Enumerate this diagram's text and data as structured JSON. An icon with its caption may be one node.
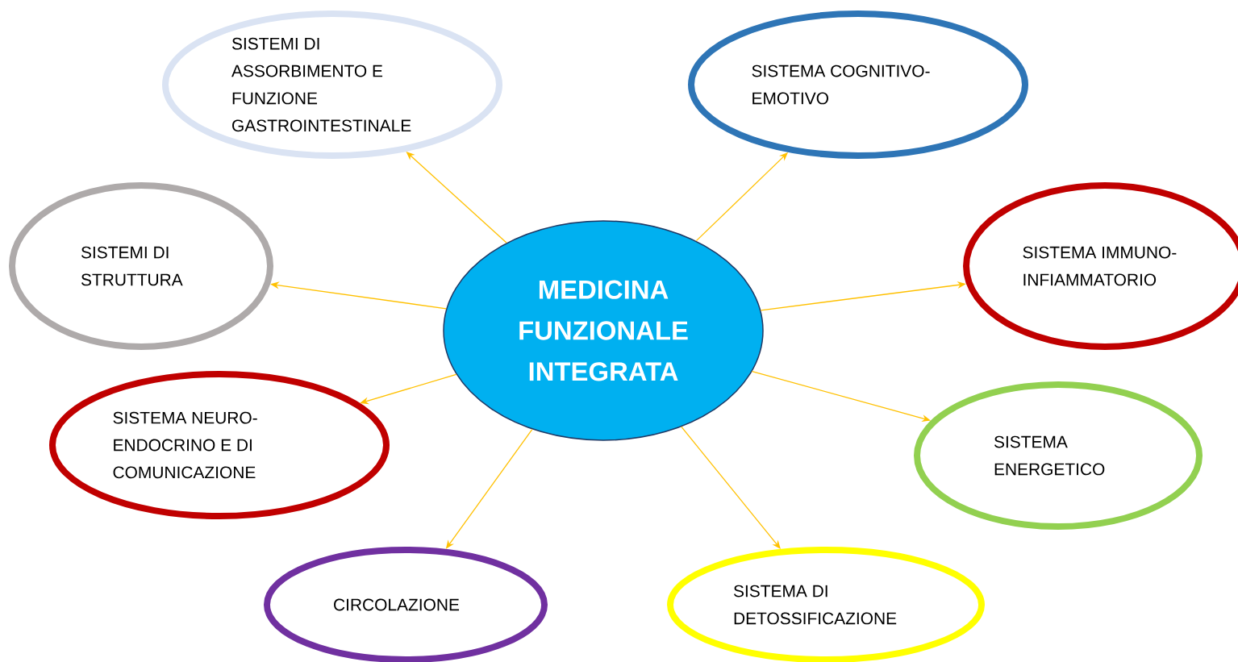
{
  "diagram": {
    "nodes": [
      {
        "text": [
          "MEDICINA FUNZIONALE INTEGRATA"
        ]
      },
      {
        "text": [
          "SISTEMI DI ASSORBIMENTO E FUNZIONE GASTROINTESTINALE"
        ]
      },
      {
        "text": [
          "SISTEMA COGNITIVO- EMOTIVO"
        ]
      },
      {
        "text": [
          "SISTEMI DI STRUTTURA"
        ]
      },
      {
        "text": [
          "SISTEMA IMMUNO- INFIAMMATORIO"
        ]
      },
      {
        "text": [
          "SISTEMA NEURO- ENDOCRINO E DI COMUNICAZIONE"
        ]
      },
      {
        "text": [
          "SISTEMA ENERGETICO"
        ]
      },
      {
        "text": [
          "CIRCOLAZIONE"
        ]
      },
      {
        "text": [
          "SISTEMA DI DETOSSIFICAZIONE"
        ]
      }
    ],
    "edges": [
      {
        "from": 0,
        "to": 1,
        "arrow": "to"
      },
      {
        "from": 0,
        "to": 2,
        "arrow": "to"
      },
      {
        "from": 0,
        "to": 3,
        "arrow": "to"
      },
      {
        "from": 0,
        "to": 4,
        "arrow": "to"
      },
      {
        "from": 0,
        "to": 5,
        "arrow": "to"
      },
      {
        "from": 0,
        "to": 6,
        "arrow": "to"
      },
      {
        "from": 0,
        "to": 7,
        "arrow": "to"
      },
      {
        "from": 0,
        "to": 8,
        "arrow": "to"
      }
    ]
  }
}
